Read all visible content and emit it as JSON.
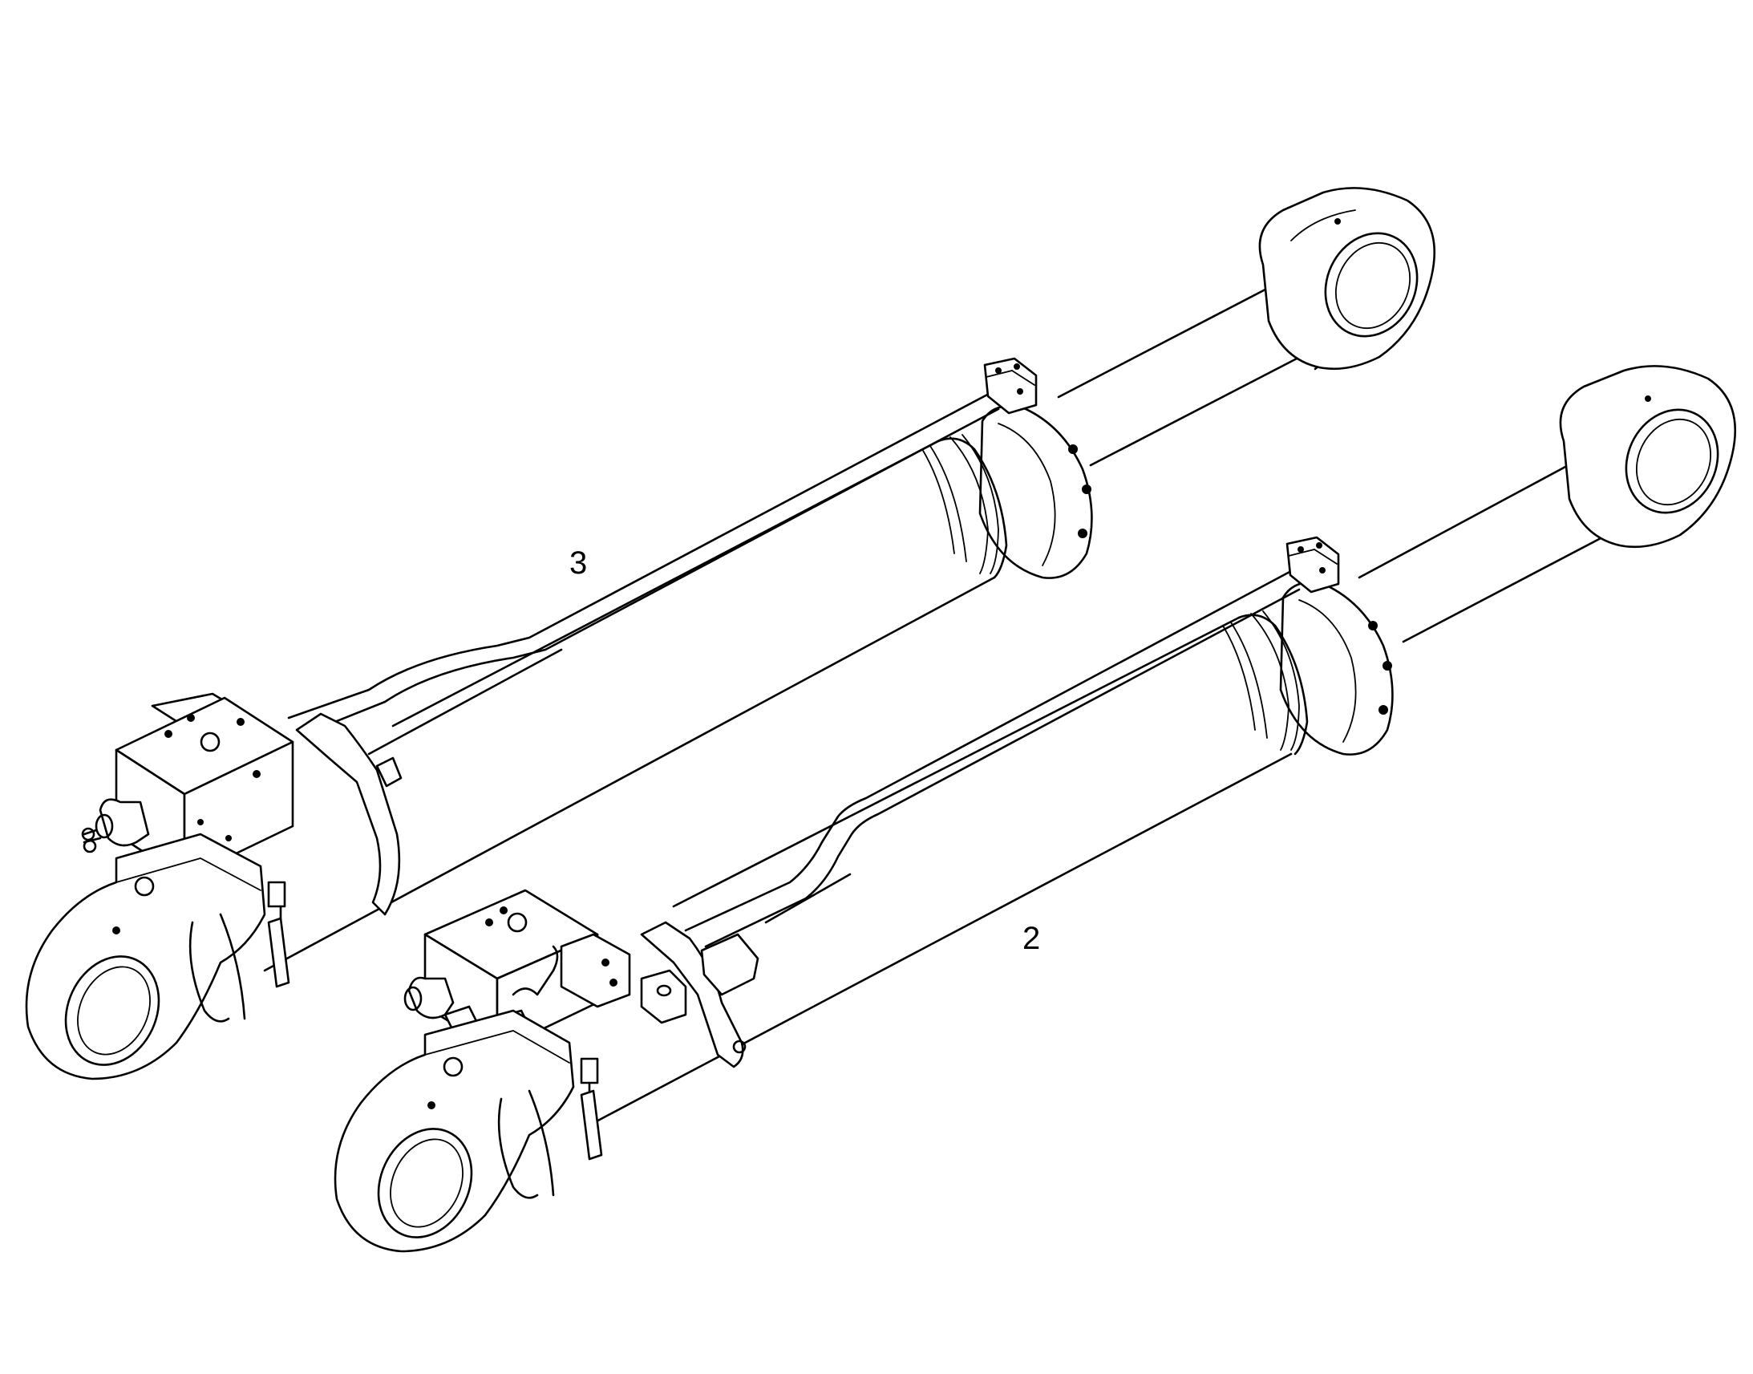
{
  "callouts": [
    {
      "id": "3",
      "label": "3"
    },
    {
      "id": "2",
      "label": "2"
    }
  ],
  "colors": {
    "line": "#000000",
    "background": "#ffffff"
  }
}
